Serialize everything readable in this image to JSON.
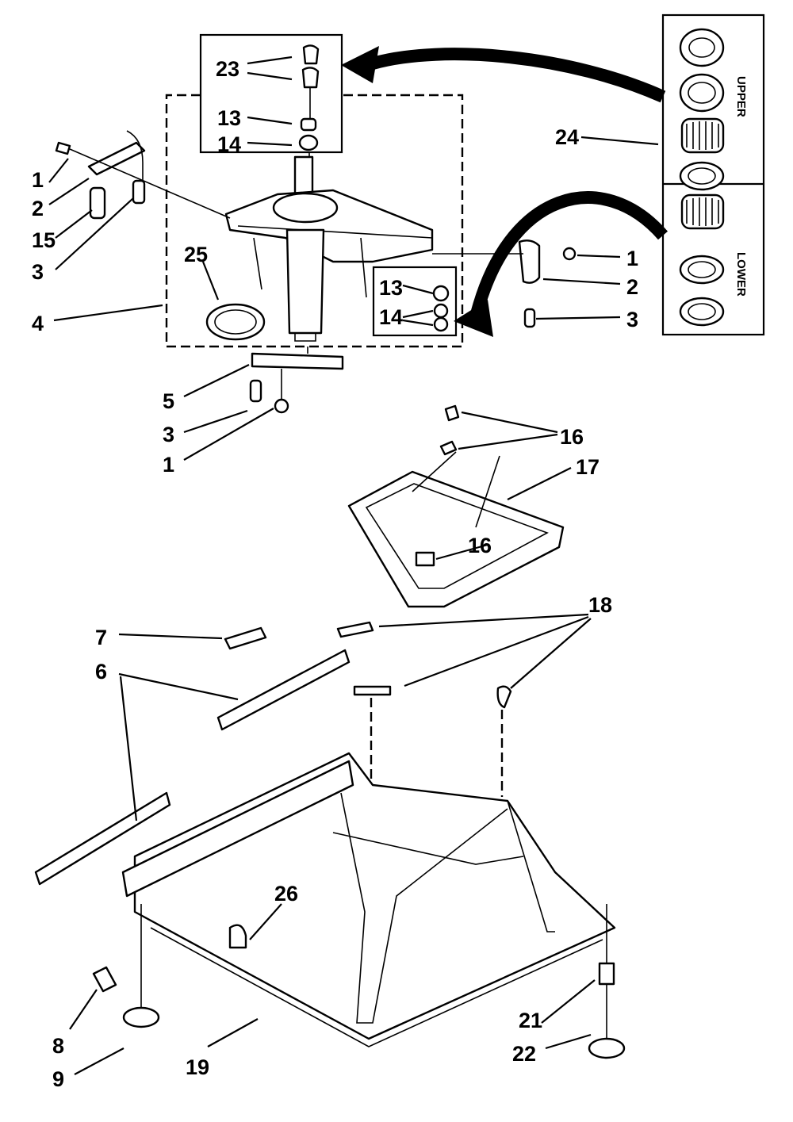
{
  "callouts": {
    "c23": "23",
    "c13a": "13",
    "c14a": "14",
    "c1a": "1",
    "c2a": "2",
    "c15": "15",
    "c3a": "3",
    "c25": "25",
    "c4": "4",
    "c13b": "13",
    "c14b": "14",
    "c1b": "1",
    "c2b": "2",
    "c3b": "3",
    "c24": "24",
    "c5": "5",
    "c3c": "3",
    "c1c": "1",
    "c16a": "16",
    "c17": "17",
    "c16b": "16",
    "c18": "18",
    "c7": "7",
    "c6": "6",
    "c26": "26",
    "c8": "8",
    "c9": "9",
    "c19": "19",
    "c21": "21",
    "c22": "22"
  },
  "bearing_kit": {
    "upper_label": "UPPER",
    "lower_label": "LOWER"
  }
}
